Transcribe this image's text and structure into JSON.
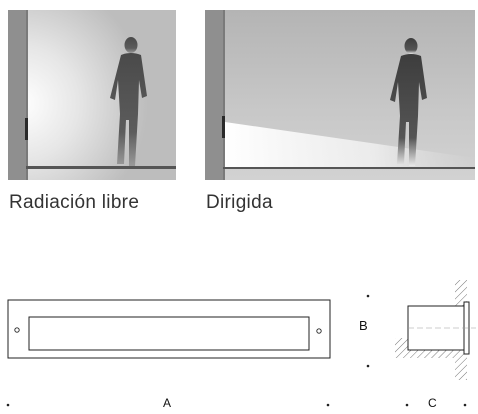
{
  "captions": {
    "free_radiation": "Radiación libre",
    "directed": "Dirigida"
  },
  "dimensions": {
    "length": "A",
    "height": "B",
    "depth": "C"
  },
  "colors": {
    "wall_gray": "#8f8f8f",
    "background_gray": "#cfcfcf",
    "figure_dark": "#3a3a3a",
    "line": "#222222"
  }
}
